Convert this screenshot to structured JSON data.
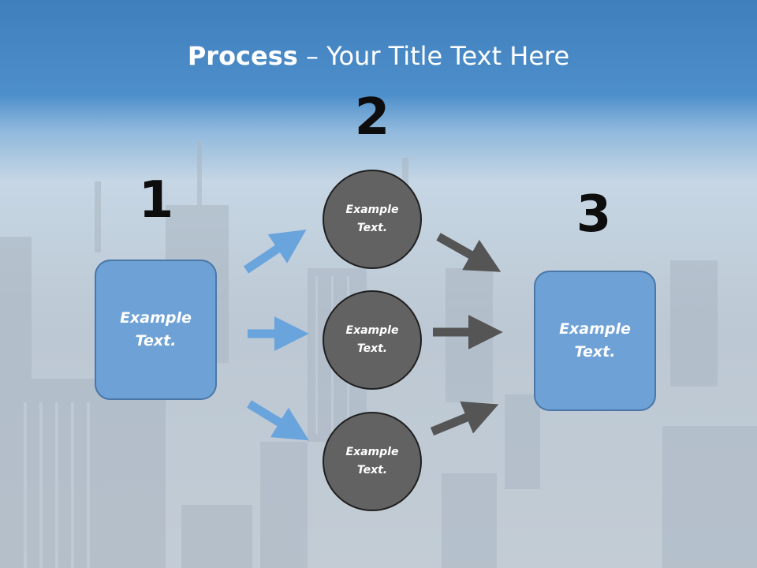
{
  "slide": {
    "title_bold": "Process",
    "title_rest": " – Your Title Text Here",
    "step_numbers": [
      "1",
      "2",
      "3"
    ],
    "left_box": {
      "text": "Example\nText."
    },
    "right_box": {
      "text": "Example\nText."
    },
    "circles": [
      {
        "text": "Example\nText."
      },
      {
        "text": "Example\nText."
      },
      {
        "text": "Example\nText."
      }
    ],
    "colors": {
      "title_band": "#4d8fcb",
      "box_fill": "#6ea1d6",
      "circle_fill": "#626262",
      "blue_arrow": "#6aa4dc",
      "gray_arrow": "#555555"
    }
  }
}
